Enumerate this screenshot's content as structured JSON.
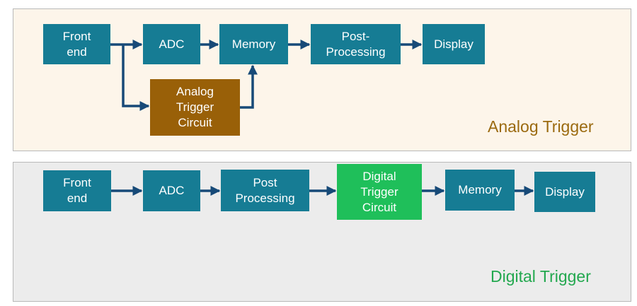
{
  "analog": {
    "caption": "Analog Trigger",
    "caption_color": "#9b6a10",
    "panel_background": "#fdf5ea",
    "blocks": {
      "front_end": "Front\nend",
      "adc": "ADC",
      "memory": "Memory",
      "post_processing": "Post-\nProcessing",
      "display": "Display",
      "trigger": "Analog\nTrigger\nCircuit"
    }
  },
  "digital": {
    "caption": "Digital Trigger",
    "caption_color": "#23a84f",
    "panel_background": "#ececec",
    "blocks": {
      "front_end": "Front\nend",
      "adc": "ADC",
      "post_processing": "Post\nProcessing",
      "trigger": "Digital\nTrigger\nCircuit",
      "memory": "Memory",
      "display": "Display"
    }
  },
  "colors": {
    "block": "#167c94",
    "analog_trigger_block": "#996008",
    "digital_trigger_block": "#1fbf5a",
    "arrow": "#174a78"
  }
}
